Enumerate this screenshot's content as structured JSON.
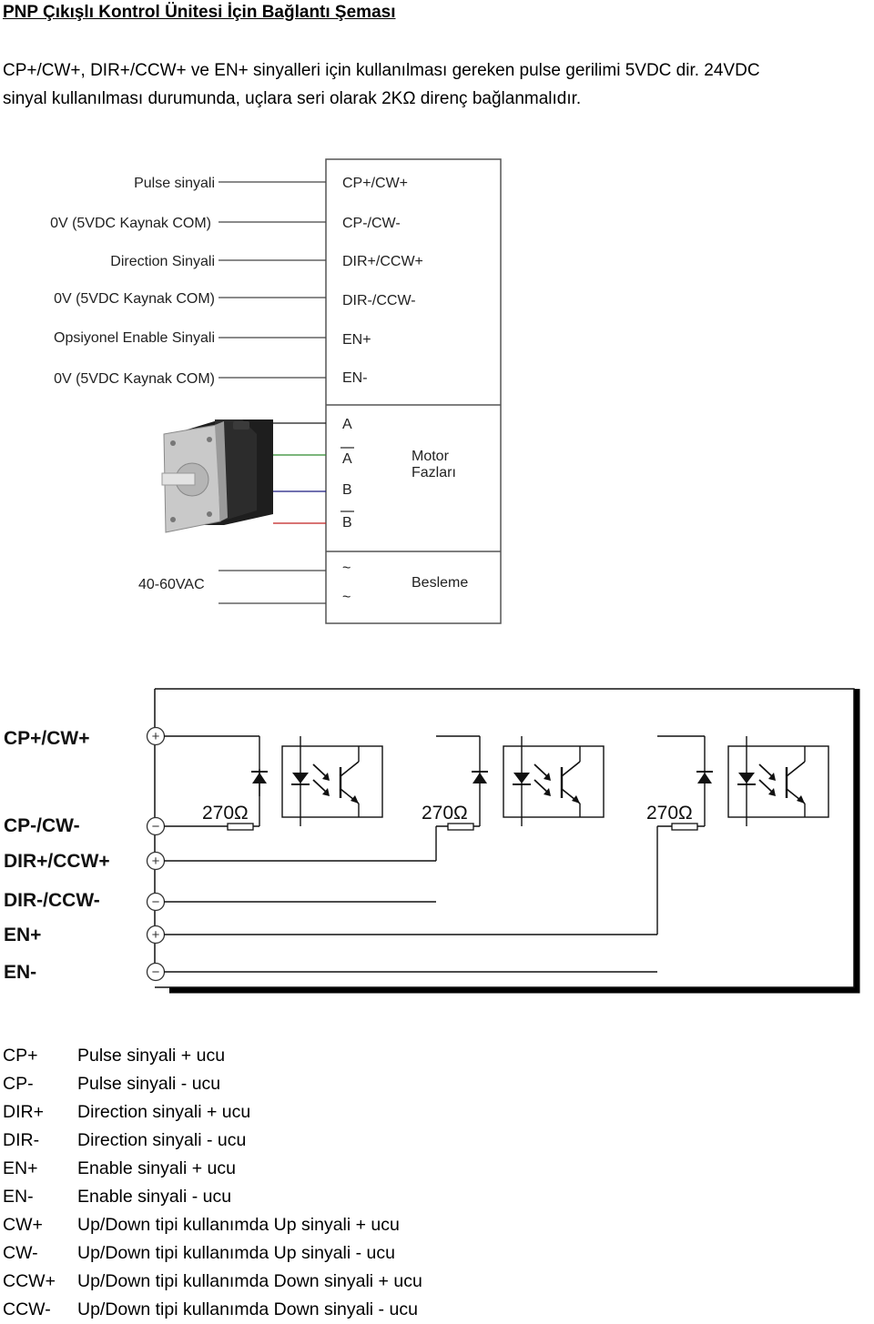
{
  "header": {
    "title": "PNP Çıkışlı Kontrol Ünitesi İçin Bağlantı Şeması"
  },
  "intro": {
    "line1": "CP+/CW+, DIR+/CCW+ ve EN+ sinyalleri için kullanılması gereken pulse gerilimi 5VDC dir. 24VDC",
    "line2": "sinyal kullanılması durumunda, uçlara seri olarak 2KΩ direnç bağlanmalıdır."
  },
  "wiring_diagram": {
    "signal_labels": [
      "Pulse sinyali",
      "0V (5VDC Kaynak COM)",
      "Direction Sinyali",
      "0V (5VDC Kaynak COM)",
      "Opsiyonel Enable Sinyali",
      "0V (5VDC Kaynak COM)"
    ],
    "terminal_labels": [
      "CP+/CW+",
      "CP-/CW-",
      "DIR+/CCW+",
      "DIR-/CCW-",
      "EN+",
      "EN-"
    ],
    "phase_labels": [
      "A",
      "A",
      "B",
      "B"
    ],
    "phase_section_label_1": "Motor",
    "phase_section_label_2": "Fazları",
    "power_terminals": [
      "~",
      "~"
    ],
    "power_section_label": "Besleme",
    "power_input_label": "40-60VAC",
    "phase_wire_colors": [
      "#2e8b2e",
      "#1a1a80",
      "#c02020",
      "#3040b0"
    ]
  },
  "circuit_diagram": {
    "terminal_labels": [
      "CP+/CW+",
      "CP-/CW-",
      "DIR+/CCW+",
      "DIR-/CCW-",
      "EN+",
      "EN-"
    ],
    "terminal_symbols": [
      "+",
      "−",
      "+",
      "−",
      "+",
      "−"
    ],
    "resistor_label": "270Ω"
  },
  "legend": [
    {
      "code": "CP+",
      "text": "Pulse sinyali + ucu"
    },
    {
      "code": "CP-",
      "text": "Pulse sinyali - ucu"
    },
    {
      "code": "DIR+",
      "text": "Direction sinyali + ucu"
    },
    {
      "code": "DIR-",
      "text": "Direction sinyali - ucu"
    },
    {
      "code": "EN+",
      "text": "Enable sinyali + ucu"
    },
    {
      "code": "EN-",
      "text": "Enable sinyali - ucu"
    },
    {
      "code": "CW+",
      "text": "Up/Down tipi kullanımda Up sinyali + ucu"
    },
    {
      "code": "CW-",
      "text": "Up/Down tipi kullanımda Up sinyali - ucu"
    },
    {
      "code": "CCW+",
      "text": "Up/Down tipi kullanımda Down sinyali + ucu"
    },
    {
      "code": "CCW-",
      "text": "Up/Down tipi kullanımda Down sinyali - ucu"
    }
  ]
}
